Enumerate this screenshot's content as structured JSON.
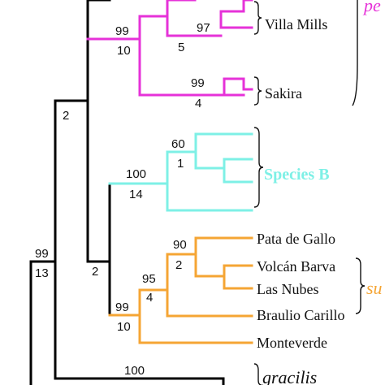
{
  "colors": {
    "base": "#000000",
    "magenta_clade": "#e632d8",
    "cyan_clade": "#7ef0e6",
    "orange_clade": "#f5a534"
  },
  "support_values": {
    "magenta_top_upper": "99",
    "magenta_top_lower": "10",
    "villa_mills_upper": "97",
    "villa_mills_lower": "5",
    "sakira_upper": "99",
    "sakira_lower": "4",
    "root_magenta_lower": "2",
    "cyan_inner_upper": "60",
    "cyan_inner_lower": "1",
    "cyan_clade_upper": "100",
    "cyan_clade_lower": "14",
    "big_node_upper": "99",
    "big_node_lower": "13",
    "cyan_orange_lower": "2",
    "orange_pata_upper": "90",
    "orange_pata_lower": "2",
    "orange_mid_upper": "95",
    "orange_mid_lower": "4",
    "orange_clade_upper": "99",
    "orange_clade_lower": "10",
    "gracilis_upper": "100"
  },
  "taxa": {
    "villa_mills": "Villa Mills",
    "sakira": "Sakira",
    "pata_de_gallo": "Pata de Gallo",
    "volcan_barva": "Volcán Barva",
    "las_nubes": "Las Nubes",
    "braulio_carillo": "Braulio Carillo",
    "monteverde": "Monteverde"
  },
  "groups": {
    "magenta_partial": "pe",
    "species_b": "Species B",
    "orange_partial": "su",
    "gracilis": "gracilis"
  }
}
